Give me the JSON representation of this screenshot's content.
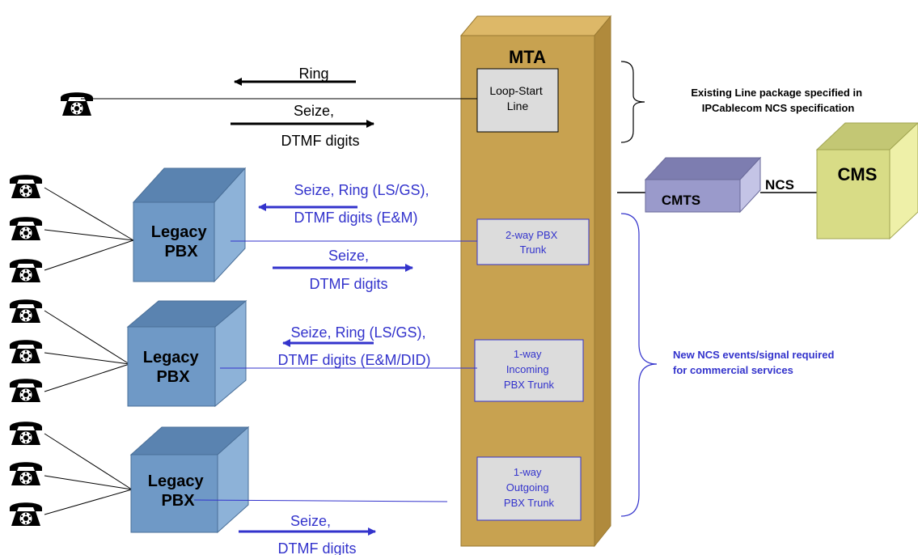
{
  "colors": {
    "mta_front": "#c8a250",
    "mta_top": "#ddb868",
    "mta_side": "#b08a3c",
    "pbx_front": "#6f99c6",
    "pbx_top": "#5a83b0",
    "pbx_side": "#8db2d8",
    "cmts_front": "#9a9acb",
    "cmts_top": "#7d7db0",
    "cmts_side": "#c4c4e6",
    "cms_front": "#d8dc86",
    "cms_top": "#c3c774",
    "cms_side": "#eef0a8",
    "blue": "#3333cc",
    "black": "#000000",
    "box_fill": "#dcdcdc"
  },
  "mta": {
    "title": "MTA",
    "loop_start": [
      "Loop-Start",
      "Line"
    ],
    "two_way": [
      "2-way PBX",
      "Trunk"
    ],
    "one_way_in": [
      "1-way",
      "Incoming",
      "PBX Trunk"
    ],
    "one_way_out": [
      "1-way",
      "Outgoing",
      "PBX Trunk"
    ]
  },
  "cmts": {
    "label": "CMTS"
  },
  "cms": {
    "label": "CMS"
  },
  "ncs_label": "NCS",
  "pbx": [
    {
      "line1": "Legacy",
      "line2": "PBX"
    },
    {
      "line1": "Legacy",
      "line2": "PBX"
    },
    {
      "line1": "Legacy",
      "line2": "PBX"
    }
  ],
  "arrows": {
    "ring": "Ring",
    "seize_top": [
      "Seize,",
      "DTMF digits"
    ],
    "pbx1_in": [
      "Seize, Ring (LS/GS),",
      "DTMF digits (E&M)"
    ],
    "pbx1_out": [
      "Seize,",
      "DTMF digits"
    ],
    "pbx2_in": [
      "Seize, Ring (LS/GS),",
      "DTMF digits (E&M/DID)"
    ],
    "pbx3_out": [
      "Seize,",
      "DTMF digits"
    ]
  },
  "notes": {
    "existing": [
      "Existing Line package specified in",
      "IPCablecom NCS specification"
    ],
    "new": [
      "New NCS events/signal required",
      "for commercial services"
    ]
  },
  "icons": {
    "phone": "telephone-icon"
  }
}
